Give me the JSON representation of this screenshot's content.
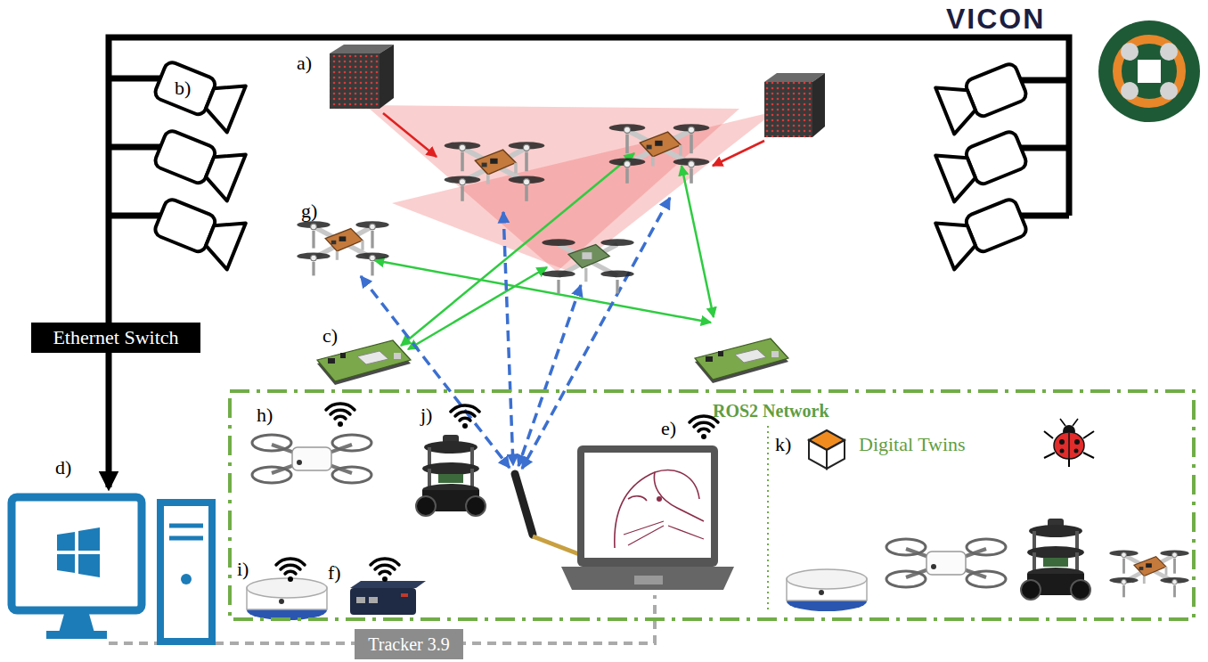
{
  "diagram": {
    "nodes": [
      {
        "text": [
          "Ethernet Switch"
        ]
      },
      {
        "text": [
          "ROS2 Network"
        ]
      },
      {
        "text": [
          "Tracker 3.9"
        ]
      }
    ],
    "labels": [
      "VICON",
      "a)",
      "b)",
      "c)",
      "d)",
      "e)",
      "f)",
      "g)",
      "h)",
      "i)",
      "j)",
      "k)",
      "Digital Twins"
    ]
  }
}
